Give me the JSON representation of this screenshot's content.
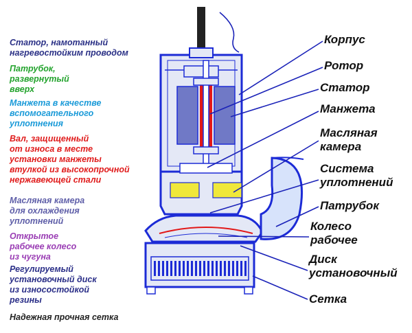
{
  "colors": {
    "outline": "#1c2bd6",
    "body_fill": "#e4e8f6",
    "stator": "#7079c6",
    "rotor": "#e21818",
    "seal": "#f0e83a",
    "leader": "#1a22b8"
  },
  "annotations": [
    {
      "text": "Статор, намотанный\nнагревостойким проводом",
      "color": "#2b3186"
    },
    {
      "text": "Патрубок,\nразвернутый\nвверх",
      "color": "#23a32d"
    },
    {
      "text": "Манжета в качестве\nвспомогательного\nуплотнения",
      "color": "#1a9ad8"
    },
    {
      "text": "Вал, защищенный\nот износа в месте\nустановки манжеты\nвтулкой из высокопрочной\nнержавеющей стали",
      "color": "#e01c1c"
    },
    {
      "text": "Масляная камера\nдля охлаждения\nуплотнений",
      "color": "#5e5ea8"
    },
    {
      "text": "Открытое\nрабочее колесо\nиз чугуна",
      "color": "#9a3db4"
    },
    {
      "text": "Регулируемый\nустановочный диск\nиз износостойкой\nрезины",
      "color": "#2b2f88"
    },
    {
      "text": "Надежная прочная сетка",
      "color": "#222222"
    }
  ],
  "labels": [
    {
      "id": "korpus",
      "text": "Корпус"
    },
    {
      "id": "rotor",
      "text": "Ротор"
    },
    {
      "id": "stator",
      "text": "Статор"
    },
    {
      "id": "manzheta",
      "text": "Манжета"
    },
    {
      "id": "maslyanaya-kamera",
      "text": "Масляная\nкамера"
    },
    {
      "id": "sistema-uplotneniy",
      "text": "Система\nуплотнений"
    },
    {
      "id": "patrubok",
      "text": "Патрубок"
    },
    {
      "id": "koleso-rabochee",
      "text": "Колесо\nрабочее"
    },
    {
      "id": "disk-ustanovochnyy",
      "text": "Диск\nустановочный"
    },
    {
      "id": "setka",
      "text": "Сетка"
    }
  ]
}
